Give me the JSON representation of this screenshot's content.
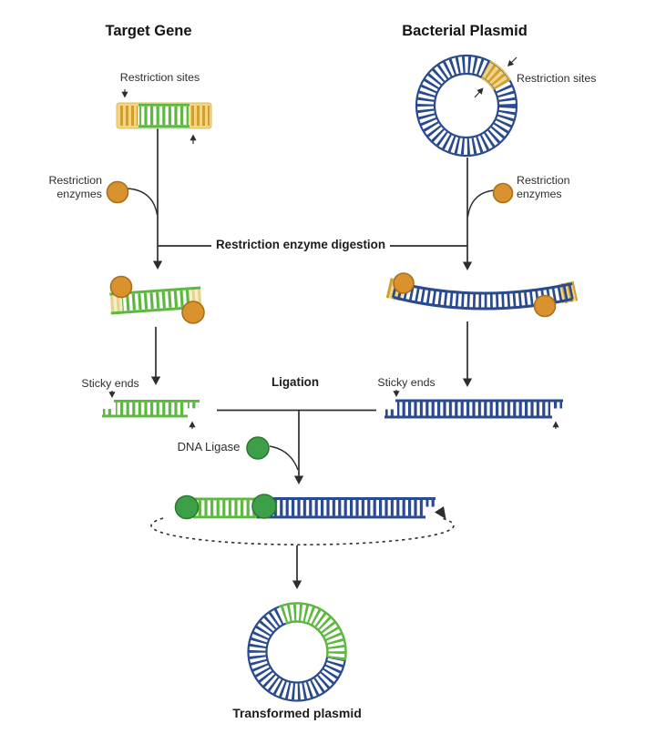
{
  "titles": {
    "left": "Target Gene",
    "right": "Bacterial Plasmid"
  },
  "labels": {
    "restriction_sites_left": "Restriction sites",
    "restriction_sites_right": "Restriction sites",
    "restriction_enzymes_left": "Restriction enzymes",
    "restriction_enzymes_right": "Restriction enzymes",
    "digestion_step": "Restriction enzyme digestion",
    "sticky_ends_left": "Sticky ends",
    "sticky_ends_right": "Sticky ends",
    "ligation_step": "Ligation",
    "dna_ligase": "DNA Ligase",
    "transformed_plasmid": "Transformed plasmid"
  },
  "colors": {
    "gene_green": "#5cb83e",
    "plasmid_blue": "#2a4a8e",
    "restriction_site_yellow": "#f0d488",
    "restriction_site_rung_gold": "#cfa030",
    "enzyme_orange": "#d9922d",
    "ligase_green": "#3da048",
    "connector_dark": "#2d2d2d"
  }
}
